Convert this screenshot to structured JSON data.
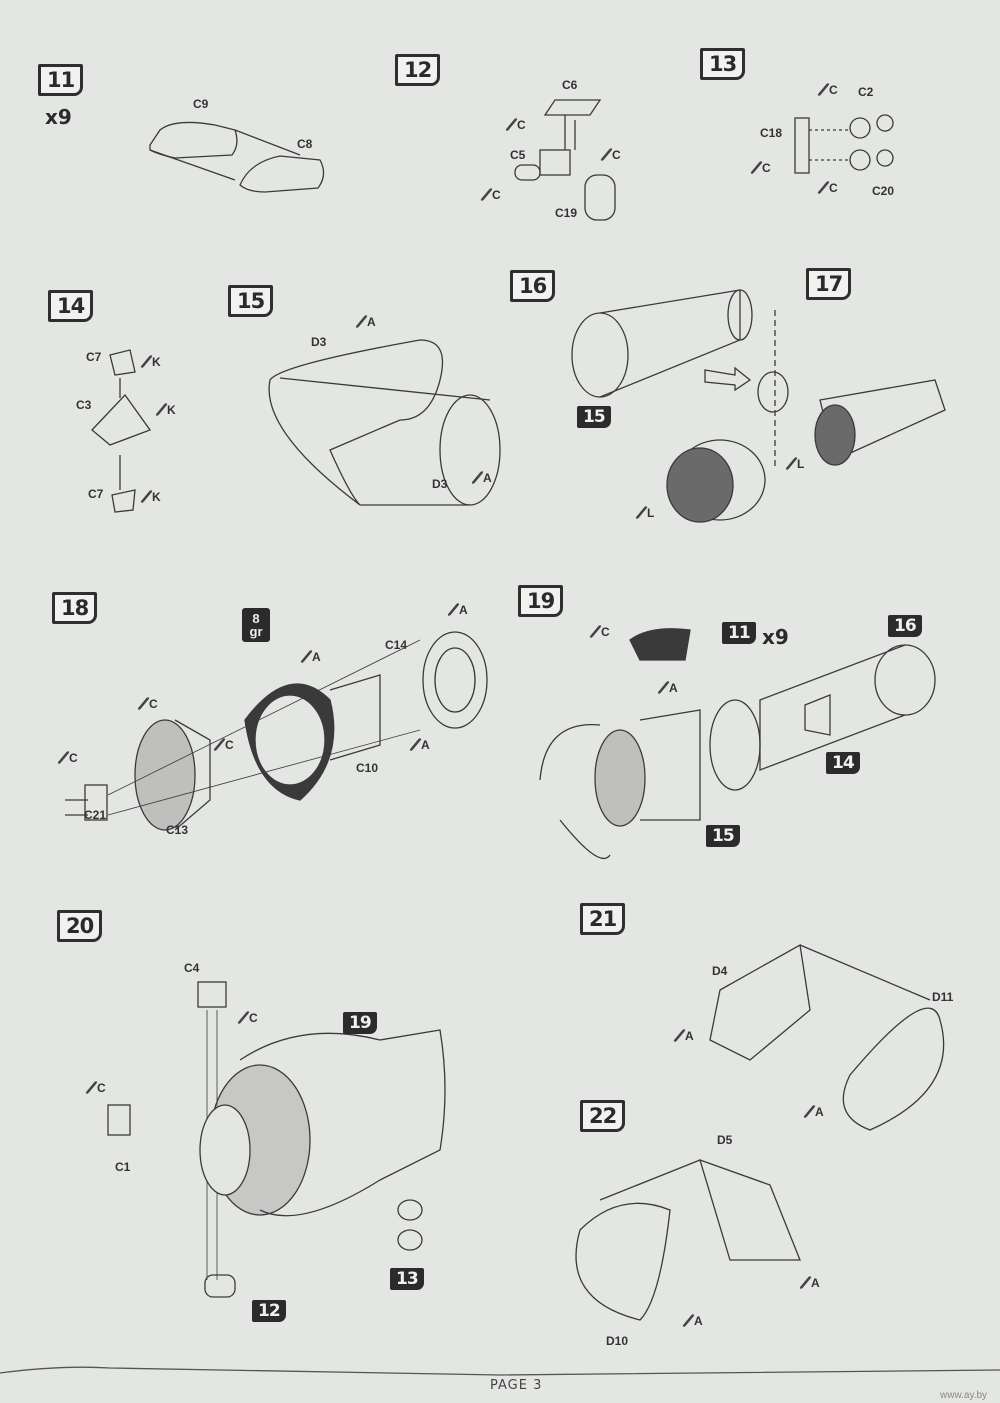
{
  "steps": {
    "s11": {
      "number": "11",
      "multiplier": "x9",
      "parts": [
        "C9",
        "C8"
      ]
    },
    "s12": {
      "number": "12",
      "parts": [
        "C6",
        "C",
        "C5",
        "C",
        "C",
        "C19"
      ]
    },
    "s13": {
      "number": "13",
      "parts": [
        "C",
        "C2",
        "C18",
        "C",
        "C",
        "C20"
      ]
    },
    "s14": {
      "number": "14",
      "parts": [
        "C7",
        "K",
        "C3",
        "K",
        "C7",
        "K"
      ]
    },
    "s15": {
      "number": "15",
      "parts": [
        "A",
        "D3",
        "D3",
        "A"
      ]
    },
    "s16": {
      "number": "16",
      "ref": "15",
      "parts": [
        "L"
      ]
    },
    "s17": {
      "number": "17",
      "parts": [
        "L"
      ]
    },
    "s18": {
      "number": "18",
      "weight": [
        "8",
        "gr"
      ],
      "parts": [
        "A",
        "C14",
        "A",
        "C",
        "C",
        "A",
        "C10",
        "C",
        "C21",
        "C13"
      ]
    },
    "s19": {
      "number": "19",
      "refs": [
        "11",
        "16",
        "14",
        "15"
      ],
      "multiplier": "x9",
      "parts": [
        "C",
        "A"
      ]
    },
    "s20": {
      "number": "20",
      "refs": [
        "19",
        "13",
        "12"
      ],
      "parts": [
        "C4",
        "C",
        "C",
        "C1"
      ]
    },
    "s21": {
      "number": "21",
      "parts": [
        "D4",
        "D11",
        "A",
        "A"
      ]
    },
    "s22": {
      "number": "22",
      "parts": [
        "D5",
        "A",
        "A",
        "D10"
      ]
    }
  },
  "footer": {
    "page": "PAGE 3",
    "watermark": "www.ay.by"
  },
  "colors": {
    "paper": "#e4e6e3",
    "ink": "#2b2b2b",
    "mesh": "#7a7a7a"
  }
}
